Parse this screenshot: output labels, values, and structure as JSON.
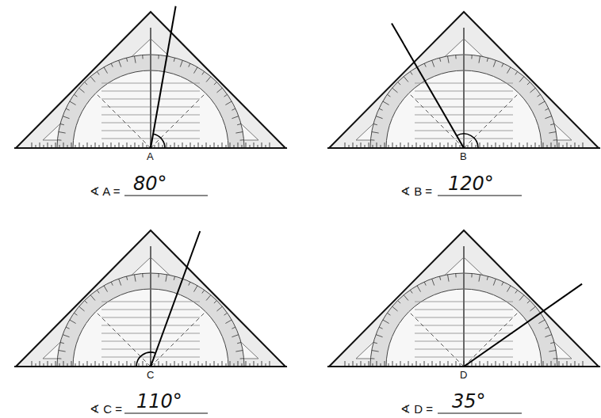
{
  "diagram": {
    "labels": [
      "A",
      "∢ A =",
      "80°",
      "B",
      "∢ B =",
      "120°",
      "C",
      "∢ C =",
      "110°",
      "D",
      "∢ D =",
      "35°"
    ]
  }
}
